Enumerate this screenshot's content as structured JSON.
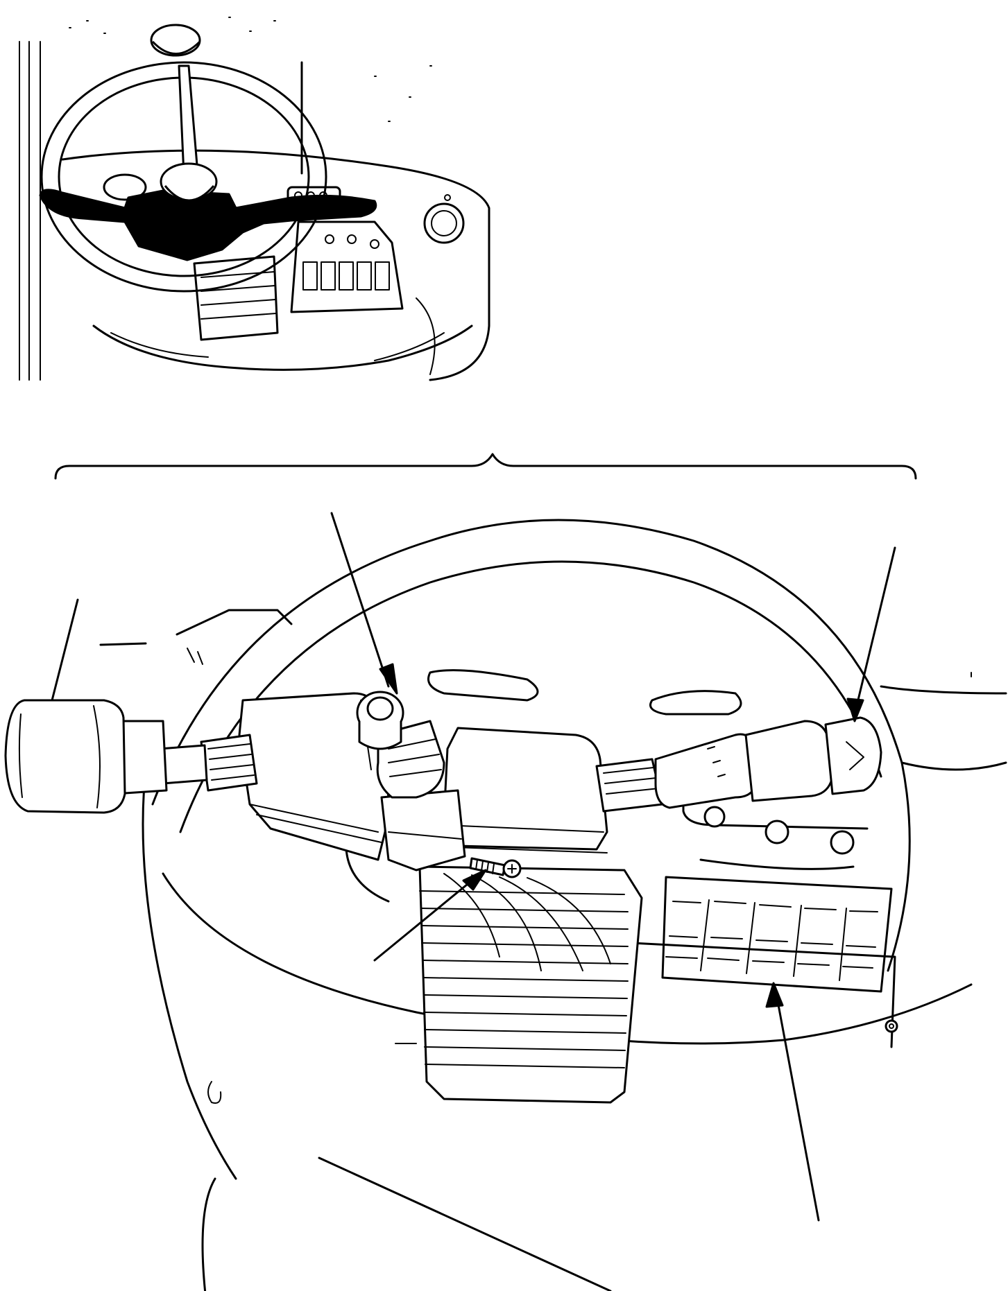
{
  "figure": {
    "overview_view": "cab-dashboard-overview",
    "detail_view": "steering-column-switch-detail",
    "callouts": [
      {
        "id": "left-switch-lever-callout",
        "target": "multifunction-switch-lever-left"
      },
      {
        "id": "shuttle-lever-knob-callout",
        "target": "center-lever-knob"
      },
      {
        "id": "right-switch-lever-callout",
        "target": "multifunction-switch-lever-right"
      },
      {
        "id": "mounting-screw-callout",
        "target": "mounting-screw"
      },
      {
        "id": "rocker-switch-panel-callout",
        "target": "rocker-switch-panel"
      },
      {
        "id": "dashboard-lower-callout",
        "target": "dashboard-shroud"
      }
    ],
    "colors": {
      "line": "#000000",
      "background": "#ffffff",
      "highlight": "#000000"
    }
  }
}
